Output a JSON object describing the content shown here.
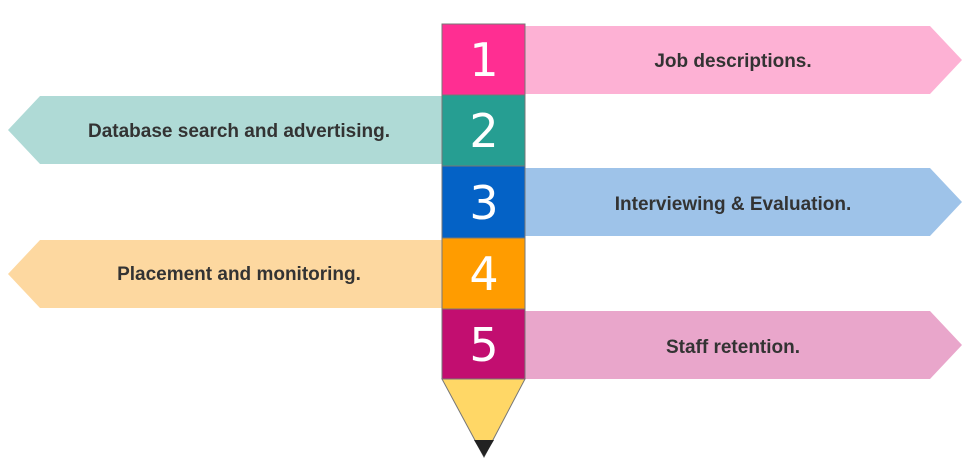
{
  "steps": [
    {
      "number": "1",
      "label": "Job descriptions.",
      "box_color": "#FF2E92",
      "arrow_color": "#FDB1D4",
      "direction": "right"
    },
    {
      "number": "2",
      "label": "Database search and advertising.",
      "box_color": "#269E92",
      "arrow_color": "#AFDAD6",
      "direction": "left"
    },
    {
      "number": "3",
      "label": "Interviewing & Evaluation.",
      "box_color": "#0462C6",
      "arrow_color": "#9EC3E9",
      "direction": "right"
    },
    {
      "number": "4",
      "label": "Placement and monitoring.",
      "box_color": "#FF9C00",
      "arrow_color": "#FDD8A0",
      "direction": "left"
    },
    {
      "number": "5",
      "label": "Staff retention.",
      "box_color": "#C20E70",
      "arrow_color": "#E9A6CB",
      "direction": "right"
    }
  ],
  "pencil": {
    "wood_color": "#FFD766",
    "tip_color": "#222222"
  }
}
